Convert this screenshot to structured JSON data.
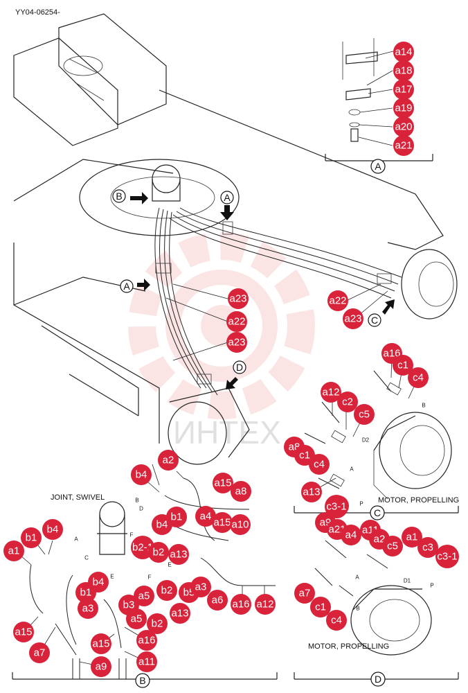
{
  "doc_id": "YY04-06254-",
  "watermark_text": "ИНТЕХ",
  "captions": {
    "joint_swivel": "JOINT, SWIVEL",
    "motor_propelling_c": "MOTOR, PROPELLING",
    "motor_propelling_d": "MOTOR, PROPELLING"
  },
  "view_labels": {
    "A": "A",
    "B": "B",
    "C": "C",
    "D": "D"
  },
  "port_labels": [
    "A",
    "B",
    "C",
    "D",
    "E",
    "F",
    "A",
    "B",
    "D2",
    "P",
    "A",
    "D1",
    "P",
    "B"
  ],
  "colors": {
    "callout": "#d9233a",
    "line": "#222222",
    "watermark": "#f4a0a0"
  },
  "callouts": {
    "view_a": [
      "a14",
      "a18",
      "a17",
      "a19",
      "a20",
      "a21"
    ],
    "main": [
      "a23",
      "a22",
      "a23",
      "a22",
      "a23"
    ],
    "view_c": [
      "a16",
      "c1",
      "c4",
      "a12",
      "c2",
      "c5",
      "a8",
      "c1",
      "c4",
      "a13",
      "c3",
      "c3-1",
      "a9",
      "a21"
    ],
    "view_b": [
      "a2",
      "b4",
      "a15",
      "a8",
      "b4",
      "b1",
      "a4",
      "a15",
      "a10",
      "b1",
      "b4",
      "a1",
      "b2-1",
      "b2",
      "a13",
      "b4",
      "b1",
      "a3",
      "a5",
      "b3",
      "a5",
      "b2",
      "b5",
      "a3",
      "b2",
      "a13",
      "a6",
      "a16",
      "a12",
      "a15",
      "a7",
      "a15",
      "a16",
      "a9",
      "a11"
    ],
    "view_d": [
      "a4",
      "a11",
      "a1",
      "a2",
      "c5",
      "c3",
      "c3-1",
      "a7",
      "c1",
      "c4"
    ]
  }
}
